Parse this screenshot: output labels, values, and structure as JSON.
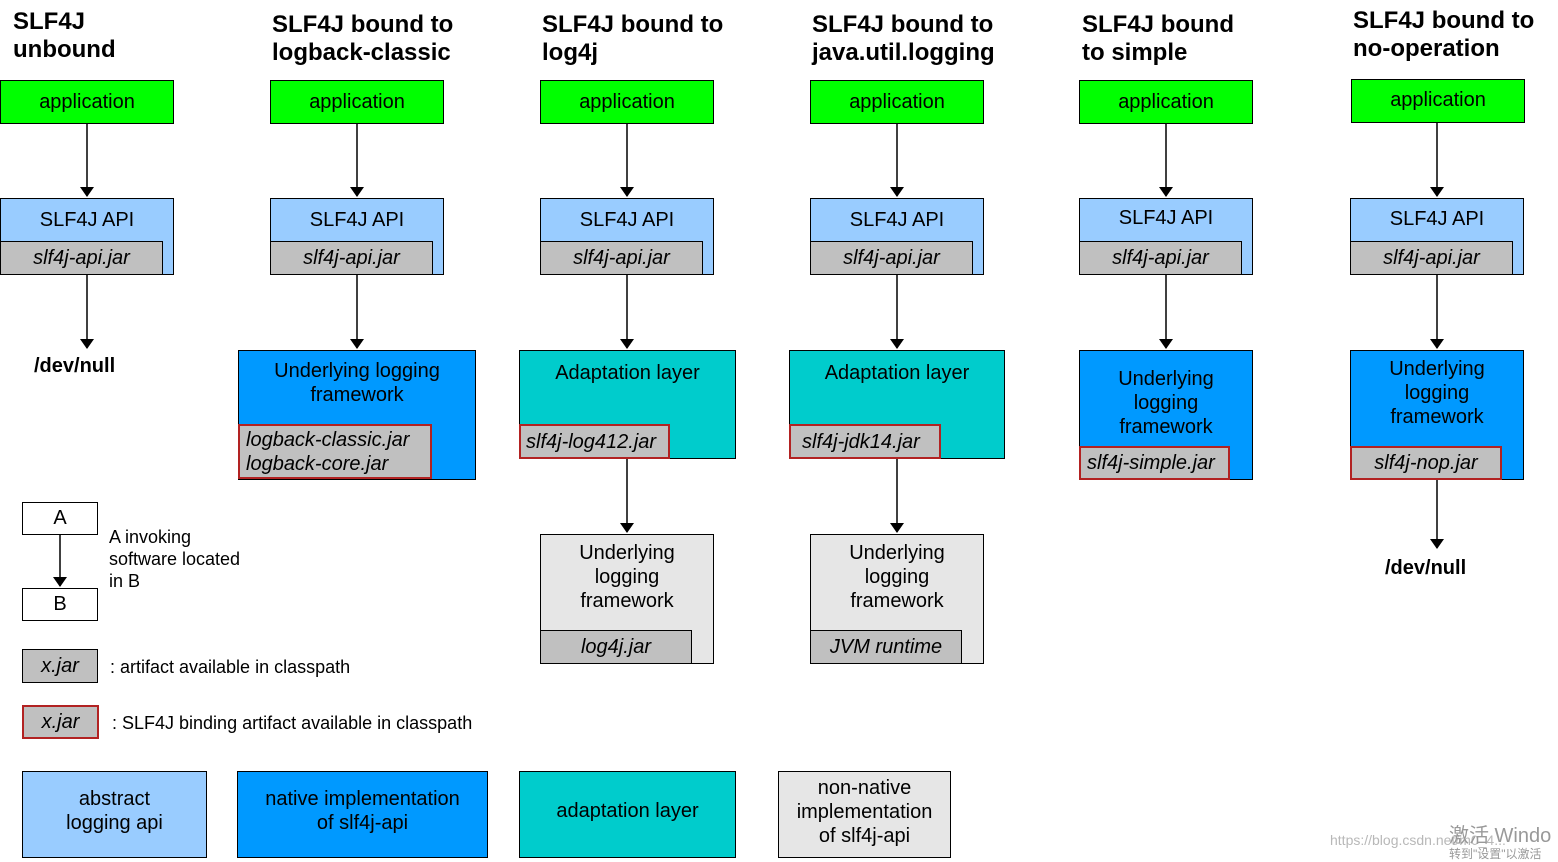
{
  "columns": [
    {
      "title": "SLF4J\nunbound",
      "application": "application",
      "api_label": "SLF4J API",
      "api_jar": "slf4j-api.jar",
      "sink": "/dev/null"
    },
    {
      "title": "SLF4J bound to\nlogback-classic",
      "application": "application",
      "api_label": "SLF4J API",
      "api_jar": "slf4j-api.jar",
      "impl_label": "Underlying logging\nframework",
      "impl_jar": "logback-classic.jar\nlogback-core.jar"
    },
    {
      "title": "SLF4J bound to\nlog4j",
      "application": "application",
      "api_label": "SLF4J API",
      "api_jar": "slf4j-api.jar",
      "adapt_label": "Adaptation layer",
      "adapt_jar": "slf4j-log412.jar",
      "underlying_label": "Underlying\nlogging\nframework",
      "underlying_jar": "log4j.jar"
    },
    {
      "title": "SLF4J bound to\njava.util.logging",
      "application": "application",
      "api_label": "SLF4J API",
      "api_jar": "slf4j-api.jar",
      "adapt_label": "Adaptation layer",
      "adapt_jar": "slf4j-jdk14.jar",
      "underlying_label": "Underlying\nlogging\nframework",
      "underlying_jar": "JVM runtime"
    },
    {
      "title": "SLF4J bound\nto simple",
      "application": "application",
      "api_label": "SLF4J API",
      "api_jar": "slf4j-api.jar",
      "impl_label": "Underlying\nlogging\nframework",
      "impl_jar": "slf4j-simple.jar"
    },
    {
      "title": "SLF4J bound to\nno-operation",
      "application": "application",
      "api_label": "SLF4J API",
      "api_jar": "slf4j-api.jar",
      "impl_label": "Underlying\nlogging\nframework",
      "impl_jar": "slf4j-nop.jar",
      "sink": "/dev/null"
    }
  ],
  "legend": {
    "a": "A",
    "b": "B",
    "invoke_text": "A invoking\nsoftware located\nin B",
    "jar_sample": "x.jar",
    "jar_text": ": artifact available in classpath",
    "binding_sample": "x.jar",
    "binding_text": ": SLF4J binding artifact available in classpath",
    "abstract_api": "abstract\nlogging api",
    "native_impl": "native implementation\nof slf4j-api",
    "adaptation": "adaptation layer",
    "non_native": "non-native\nimplementation\nof slf4j-api"
  },
  "watermark": {
    "url": "https://blog.csdn.net/m0_4...",
    "activate": "激活 Windo",
    "settings": "转到\"设置\"以激活"
  },
  "colors": {
    "application": "#00ff00",
    "abstract_api": "#99ccff",
    "native_impl": "#0099ff",
    "adaptation": "#00cccc",
    "non_native": "#e6e6e6",
    "jar": "#c0c0c0",
    "binding_border": "#b22222"
  }
}
